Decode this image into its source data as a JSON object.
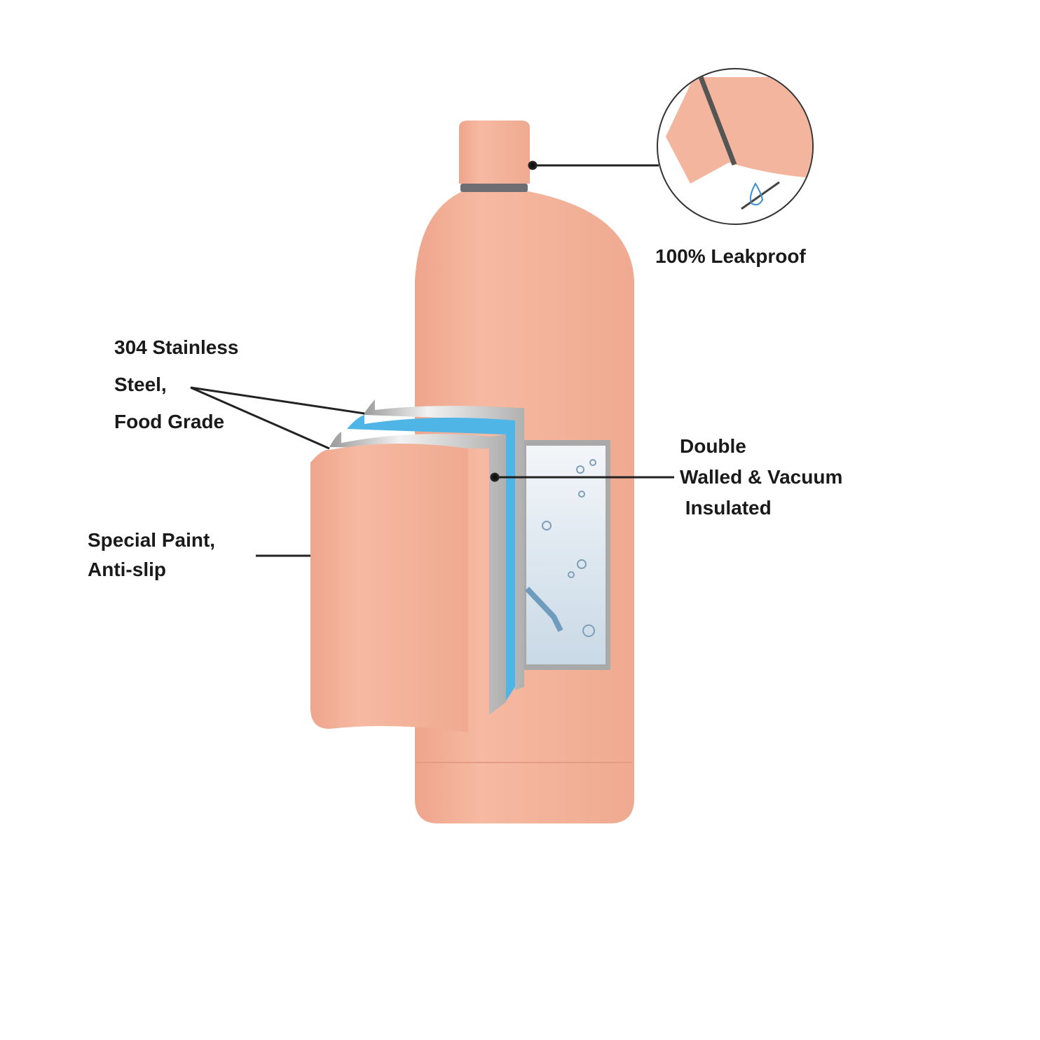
{
  "labels": {
    "leakproof": "100% Leakproof",
    "steel": [
      "304 Stainless",
      "Steel,",
      "Food Grade"
    ],
    "vacuum": [
      "Double",
      "Walled & Vacuum",
      " Insulated"
    ],
    "paint": [
      "Special Paint,",
      "Anti-slip"
    ]
  },
  "colors": {
    "bottle": "#f4b49c",
    "steel": "#c8c8c8",
    "insulation": "#4fb4e6",
    "leader": "#222222"
  }
}
